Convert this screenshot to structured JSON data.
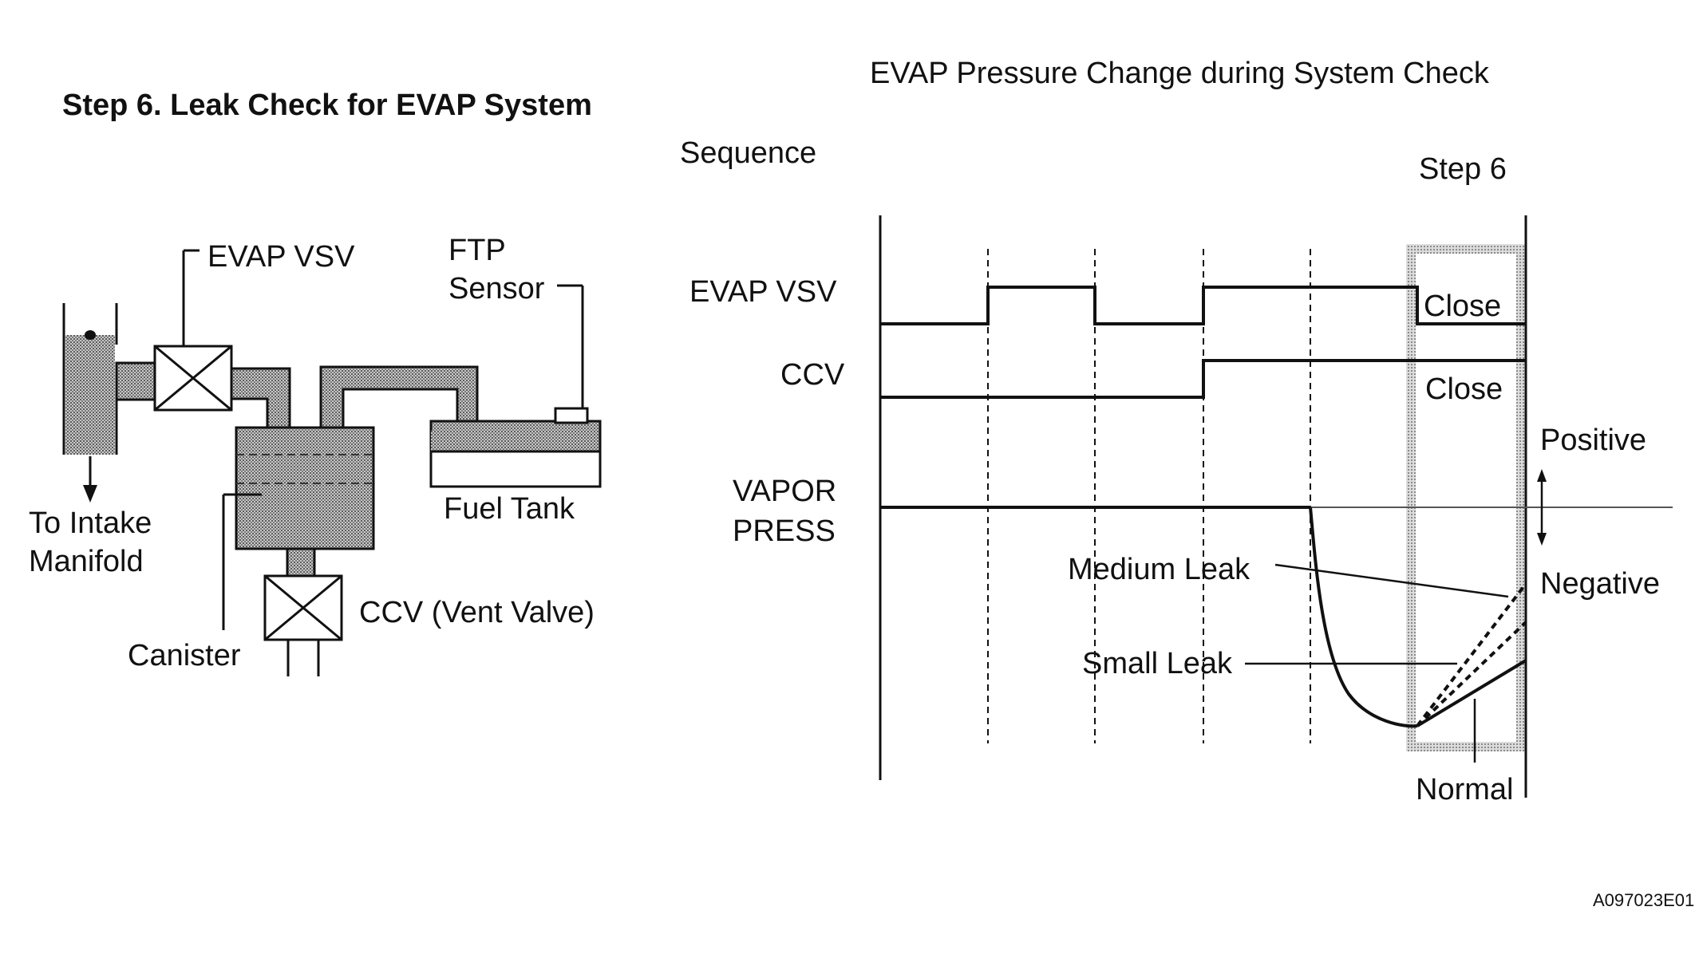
{
  "left_title": "Step 6. Leak Check for EVAP System",
  "right_title": "EVAP Pressure Change during System Check",
  "schematic": {
    "evap_vsv": "EVAP VSV",
    "ftp_sensor_line1": "FTP",
    "ftp_sensor_line2": "Sensor",
    "to_intake_line1": "To Intake",
    "to_intake_line2": "Manifold",
    "fuel_tank": "Fuel Tank",
    "ccv_vent_valve": "CCV (Vent Valve)",
    "canister": "Canister"
  },
  "timing": {
    "sequence": "Sequence",
    "step": "Step 6",
    "rows": {
      "evap_vsv": "EVAP VSV",
      "ccv": "CCV",
      "vapor_press_line1": "VAPOR",
      "vapor_press_line2": "PRESS"
    },
    "vsv_state": "Close",
    "ccv_state": "Close",
    "positive": "Positive",
    "negative": "Negative",
    "curves": {
      "medium_leak": "Medium Leak",
      "small_leak": "Small Leak",
      "normal": "Normal"
    }
  },
  "figure_id": "A097023E01",
  "colors": {
    "line": "#111111",
    "fill": "#9a9a9a",
    "shade": "#c4c4c4"
  }
}
